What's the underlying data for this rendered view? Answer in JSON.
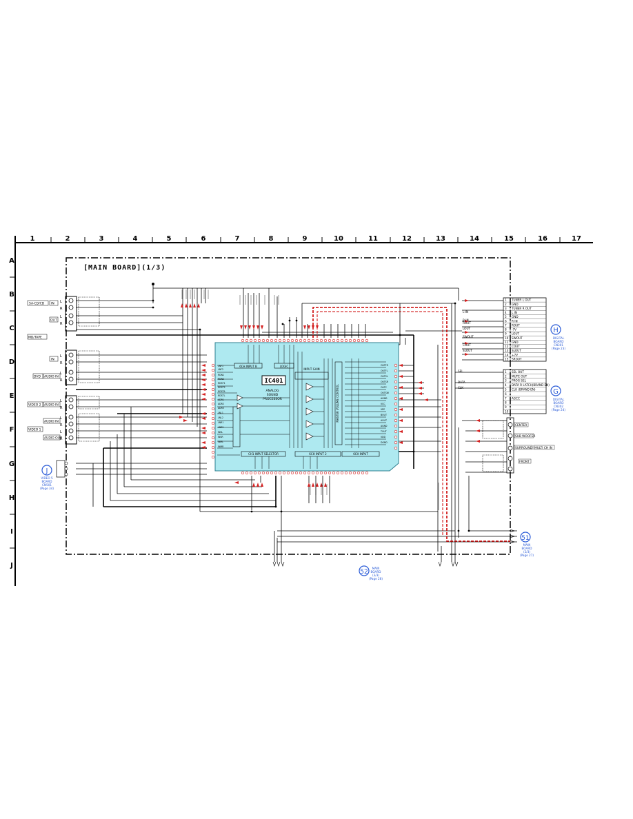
{
  "board_title": "[MAIN BOARD](1/3)",
  "ic_label": "IC401",
  "ic_description": [
    "ANALOG",
    "SOUND",
    "PROCESSOR"
  ],
  "columns": [
    "1",
    "2",
    "3",
    "4",
    "5",
    "6",
    "7",
    "8",
    "9",
    "10",
    "11",
    "12",
    "13",
    "14",
    "15",
    "16",
    "17"
  ],
  "rows": [
    "A",
    "B",
    "C",
    "D",
    "E",
    "F",
    "G",
    "H",
    "I",
    "J"
  ],
  "left_jacks": [
    "SA-CD/CD",
    "IN",
    "OUT",
    "MD/TAPE",
    "IN",
    "DVD",
    "AUDIO IN",
    "VIDEO 2",
    "AUDIO IN",
    "AUDIO IN",
    "VIDEO 1",
    "AUDIO OUT"
  ],
  "ic_blocks": [
    "6CH INPUT B",
    "LOGIC",
    "INPUT GAIN",
    "CH1 INPUT SELECTOR",
    "6CH INPUT 2",
    "6CH INPUT",
    "MASTER VOLUME CONTROL"
  ],
  "connector_h": {
    "pins": [
      "1",
      "2",
      "3",
      "4",
      "5",
      "6",
      "7",
      "8",
      "9",
      "10",
      "11",
      "12",
      "13",
      "14",
      "15"
    ],
    "labels": [
      "TUNER L OUT",
      "GND",
      "TUNER R OUT",
      "L IN",
      "GND",
      "R IN",
      "ROUT",
      "-7V",
      "LOUT",
      "SWOUT",
      "GND",
      "COUT",
      "SLOUT",
      "+7V",
      "SROUT"
    ],
    "badge": "H",
    "caption": [
      "DIGITAL",
      "BOARD",
      "CN301",
      "(Page 23)"
    ]
  },
  "connector_g": {
    "pins": [
      "1",
      "2",
      "3",
      "4",
      "5",
      "6",
      "7",
      "8",
      "9",
      "10"
    ],
    "labels": [
      "SEL OUT",
      "MUTE OUT",
      "PROG SEL",
      "DATA R LATCH(BRAND EN)",
      "CLK (BRAND EN)",
      "",
      "AGCC",
      "",
      "",
      ""
    ],
    "badge": "G",
    "caption": [
      "DIGITAL",
      "BOARD",
      "CN302",
      "(Page 24)"
    ]
  },
  "right_jacks": [
    "CENTER",
    "SUB WOOFER",
    "SURROUND",
    "MULTI CH IN",
    "FRONT"
  ],
  "badge_j": {
    "id": "J",
    "caption": [
      "VIDEO 5",
      "BOARD",
      "CN501",
      "(Page 34)"
    ]
  },
  "badge_51": {
    "id": "51",
    "caption": [
      "MAIN",
      "BOARD",
      "(2/3)",
      "(Page 27)"
    ]
  },
  "badge_52": {
    "id": "52",
    "caption": [
      "MAIN",
      "BOARD",
      "(3/3)",
      "(Page 28)"
    ]
  },
  "signals_right": [
    "COUT",
    "SLOUT",
    "SWOUT",
    "SEL",
    "DATA",
    "CLK",
    "L-IN",
    "R-IN",
    "LOUT",
    "ROUT"
  ],
  "colors": {
    "ic_fill": "#aee9f0",
    "ic_stroke": "#2f7f8f",
    "red_trace": "#cc0000",
    "badge_blue": "#2a5bd7",
    "arrow_red": "#d42020"
  }
}
